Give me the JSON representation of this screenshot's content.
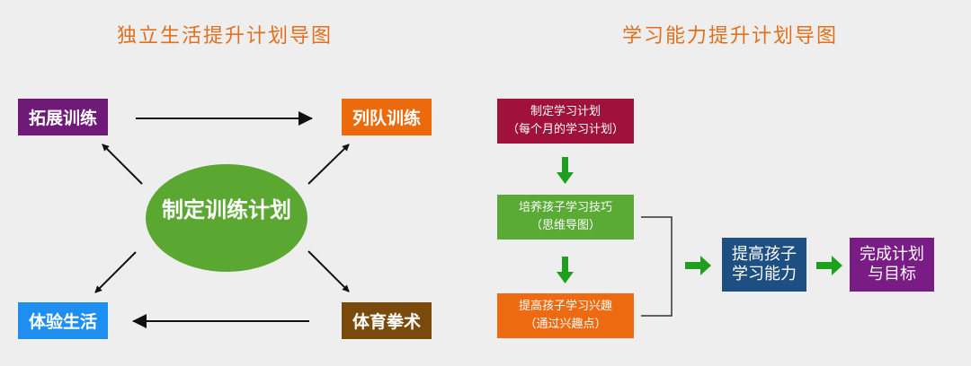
{
  "left_diagram": {
    "title": "独立生活提升计划导图",
    "center": "制定训练计划",
    "nodes": {
      "top_left": "拓展训练",
      "top_right": "列队训练",
      "bottom_left": "体验生活",
      "bottom_right": "体育拳术"
    },
    "colors": {
      "center": "#5aa832",
      "top_left": "#6f1a78",
      "top_right": "#ec6a0c",
      "bottom_left": "#1e8ff0",
      "bottom_right": "#7a4a0c"
    }
  },
  "right_diagram": {
    "title": "学习能力提升计划导图",
    "steps": [
      {
        "line1": "制定学习计划",
        "line2": "（每个月的学习计划）",
        "color": "#a1123a"
      },
      {
        "line1": "培养孩子学习技巧",
        "line2": "（思维导图）",
        "color": "#5aab35"
      },
      {
        "line1": "提高孩子学习兴趣",
        "line2": "（通过兴趣点）",
        "color": "#ee6a10"
      }
    ],
    "result": {
      "line1": "提高孩子",
      "line2": "学习能力",
      "color": "#1e4f82"
    },
    "goal": {
      "line1": "完成计划",
      "line2": "与目标",
      "color": "#7a1c86"
    }
  }
}
